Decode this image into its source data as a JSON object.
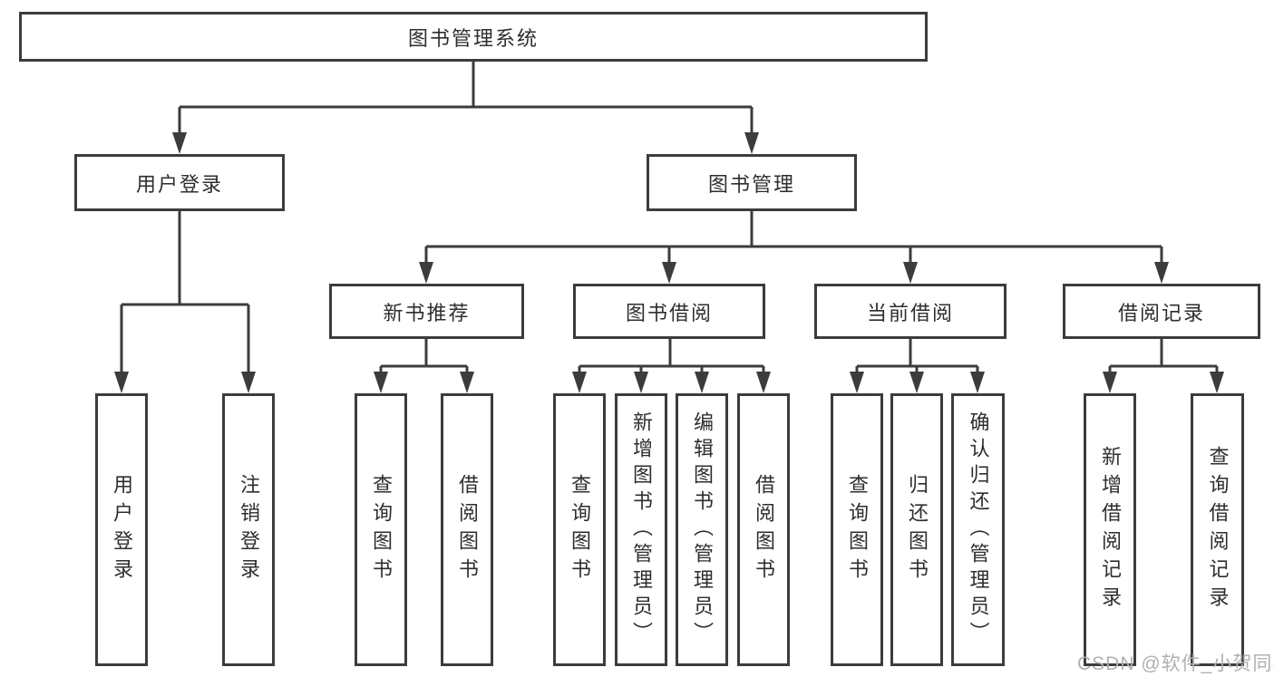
{
  "tree": {
    "label": "图书管理系统",
    "children": [
      {
        "label": "用户登录",
        "children": [
          {
            "label": "用户登录"
          },
          {
            "label": "注销登录"
          }
        ]
      },
      {
        "label": "图书管理",
        "children": [
          {
            "label": "新书推荐",
            "children": [
              {
                "label": "查询图书"
              },
              {
                "label": "借阅图书"
              }
            ]
          },
          {
            "label": "图书借阅",
            "children": [
              {
                "label": "查询图书"
              },
              {
                "label": "新增图书（管理员）"
              },
              {
                "label": "编辑图书（管理员）"
              },
              {
                "label": "借阅图书"
              }
            ]
          },
          {
            "label": "当前借阅",
            "children": [
              {
                "label": "查询图书"
              },
              {
                "label": "归还图书"
              },
              {
                "label": "确认归还（管理员）"
              }
            ]
          },
          {
            "label": "借阅记录",
            "children": [
              {
                "label": "新增借阅记录"
              },
              {
                "label": "查询借阅记录"
              }
            ]
          }
        ]
      }
    ]
  },
  "watermark": {
    "text": "CSDN @软件_小贺同学"
  },
  "colors": {
    "line": "#3c3c3c",
    "text": "#2e2e2e",
    "box_background": "#ffffff",
    "page_background": "#ffffff",
    "watermark": "#b0b0b0"
  }
}
